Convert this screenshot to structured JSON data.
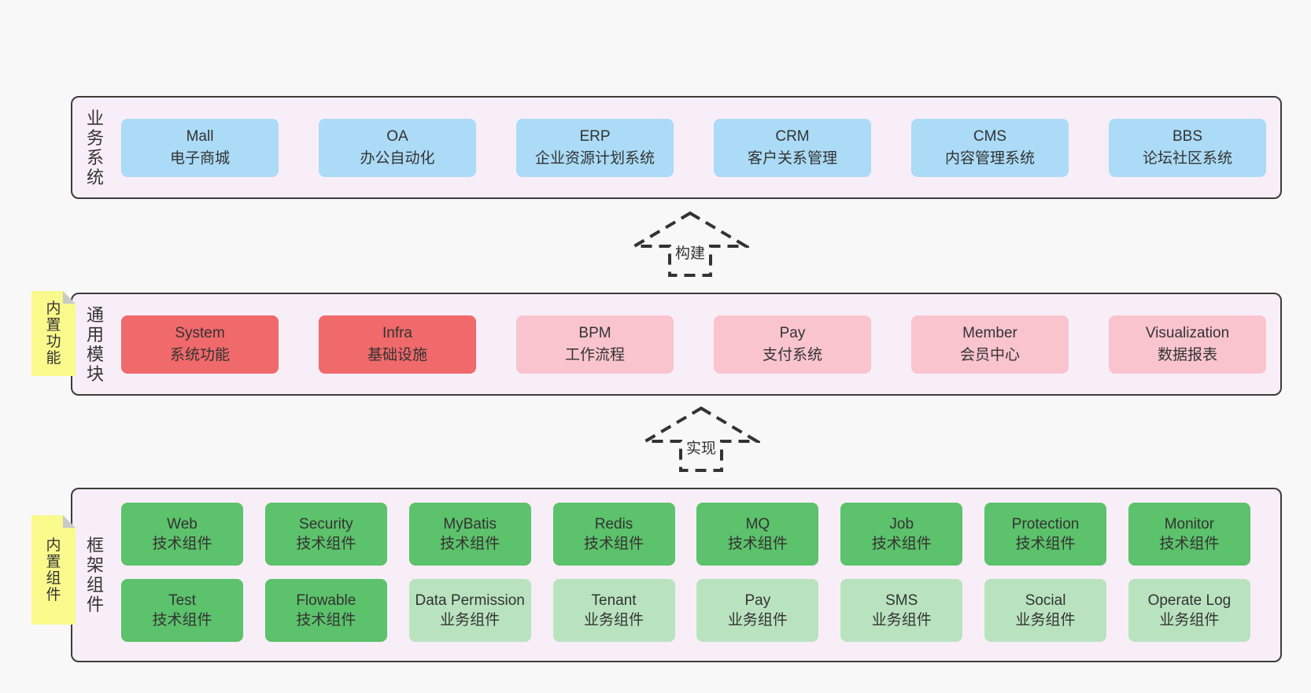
{
  "colors": {
    "page_bg": "#f8f8f8",
    "layer_bg": "#f8eef8",
    "layer_border": "#3c3c3c",
    "box_blue": "#abdbf6",
    "box_red": "#f0696b",
    "box_pink": "#f9c4ce",
    "box_green_dark": "#5cc26b",
    "box_green_light": "#b9e3bf",
    "sticky_yellow": "#f9f98c",
    "sticky_fold_gray": "#c9c9c9",
    "text": "#333333"
  },
  "arrows": [
    {
      "label": "构建"
    },
    {
      "label": "实现"
    }
  ],
  "layers": [
    {
      "label": "业务系统",
      "boxes": [
        {
          "title": "Mall",
          "subtitle": "电子商城"
        },
        {
          "title": "OA",
          "subtitle": "办公自动化"
        },
        {
          "title": "ERP",
          "subtitle": "企业资源计划系统"
        },
        {
          "title": "CRM",
          "subtitle": "客户关系管理"
        },
        {
          "title": "CMS",
          "subtitle": "内容管理系统"
        },
        {
          "title": "BBS",
          "subtitle": "论坛社区系统"
        }
      ]
    },
    {
      "label": "通用模块",
      "note": "内置功能",
      "boxes": [
        {
          "title": "System",
          "subtitle": "系统功能"
        },
        {
          "title": "Infra",
          "subtitle": "基础设施"
        },
        {
          "title": "BPM",
          "subtitle": "工作流程"
        },
        {
          "title": "Pay",
          "subtitle": "支付系统"
        },
        {
          "title": "Member",
          "subtitle": "会员中心"
        },
        {
          "title": "Visualization",
          "subtitle": "数据报表"
        }
      ]
    },
    {
      "label": "框架组件",
      "note": "内置组件",
      "rows": [
        [
          {
            "title": "Web",
            "subtitle": "技术组件"
          },
          {
            "title": "Security",
            "subtitle": "技术组件"
          },
          {
            "title": "MyBatis",
            "subtitle": "技术组件"
          },
          {
            "title": "Redis",
            "subtitle": "技术组件"
          },
          {
            "title": "MQ",
            "subtitle": "技术组件"
          },
          {
            "title": "Job",
            "subtitle": "技术组件"
          },
          {
            "title": "Protection",
            "subtitle": "技术组件"
          },
          {
            "title": "Monitor",
            "subtitle": "技术组件"
          }
        ],
        [
          {
            "title": "Test",
            "subtitle": "技术组件"
          },
          {
            "title": "Flowable",
            "subtitle": "技术组件"
          },
          {
            "title": "Data Permission",
            "subtitle": "业务组件"
          },
          {
            "title": "Tenant",
            "subtitle": "业务组件"
          },
          {
            "title": "Pay",
            "subtitle": "业务组件"
          },
          {
            "title": "SMS",
            "subtitle": "业务组件"
          },
          {
            "title": "Social",
            "subtitle": "业务组件"
          },
          {
            "title": "Operate Log",
            "subtitle": "业务组件"
          }
        ]
      ]
    }
  ]
}
